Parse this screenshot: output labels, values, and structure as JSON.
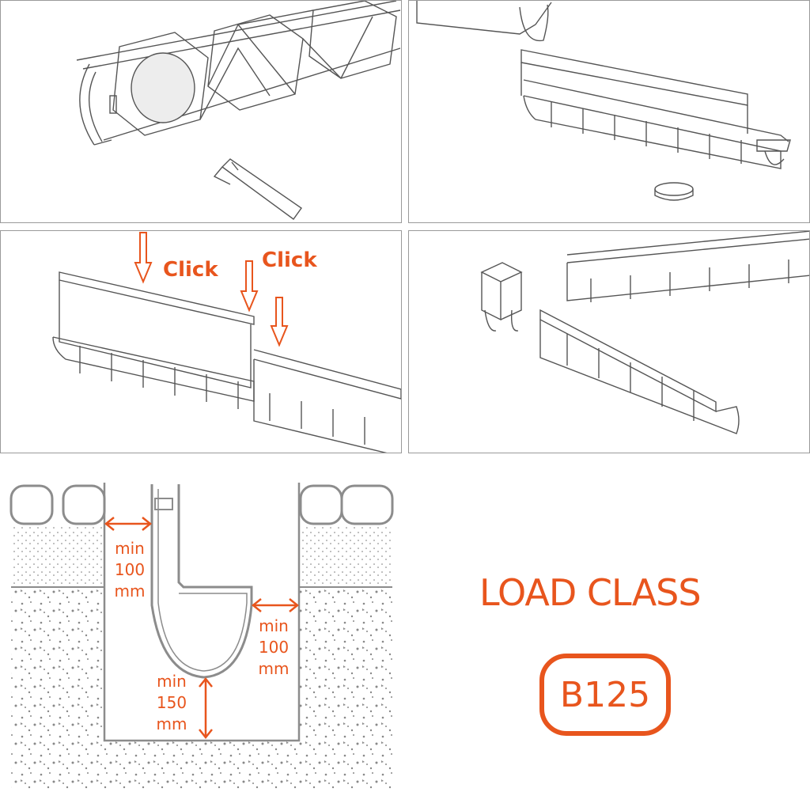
{
  "panels": {
    "step3": {
      "click_1": "Click",
      "click_2": "Click"
    }
  },
  "section": {
    "min_left": {
      "line1": "min",
      "line2": "100",
      "line3": "mm"
    },
    "min_right": {
      "line1": "min",
      "line2": "100",
      "line3": "mm"
    },
    "min_bottom": {
      "line1": "min",
      "line2": "150",
      "line3": "mm"
    }
  },
  "load": {
    "title": "LOAD CLASS",
    "class": "B125"
  },
  "colors": {
    "accent": "#e8551d",
    "line": "#9a9a9a",
    "stroke": "#333333"
  }
}
